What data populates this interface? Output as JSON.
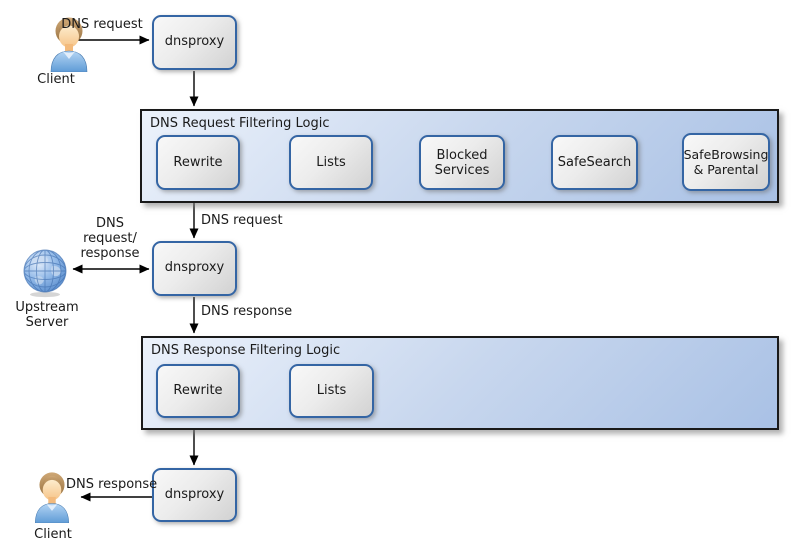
{
  "colors": {
    "container_border": "#1a1a1a",
    "container_fill_light": "#ecf2fb",
    "container_fill_mid": "#c8d7ee",
    "container_fill_dark": "#a9c1e5",
    "node_border": "#3465a4",
    "node_fill_light": "#f8f8f8",
    "node_fill_dark": "#d2d2d2",
    "arrow": "#000000",
    "text": "#1a1a1a"
  },
  "actors": {
    "client_top": {
      "label": "Client"
    },
    "upstream": {
      "label": "Upstream\nServer"
    },
    "client_bottom": {
      "label": "Client"
    }
  },
  "nodes": {
    "dnsproxy_top": {
      "label": "dnsproxy"
    },
    "dnsproxy_mid": {
      "label": "dnsproxy"
    },
    "dnsproxy_bottom": {
      "label": "dnsproxy"
    }
  },
  "containers": {
    "request": {
      "title": "DNS Request Filtering Logic",
      "steps": [
        {
          "label": "Rewrite"
        },
        {
          "label": "Lists"
        },
        {
          "label": "Blocked\nServices"
        },
        {
          "label": "SafeSearch"
        },
        {
          "label": "SafeBrowsing\n& Parental"
        }
      ]
    },
    "response": {
      "title": "DNS Response Filtering Logic",
      "steps": [
        {
          "label": "Rewrite"
        },
        {
          "label": "Lists"
        }
      ]
    }
  },
  "edge_labels": {
    "client_to_proxy": "DNS request",
    "container_to_proxy": "DNS request",
    "upstream_exchange": "DNS\nrequest/\nresponse",
    "proxy_to_container": "DNS response",
    "proxy_to_client": "DNS response"
  }
}
